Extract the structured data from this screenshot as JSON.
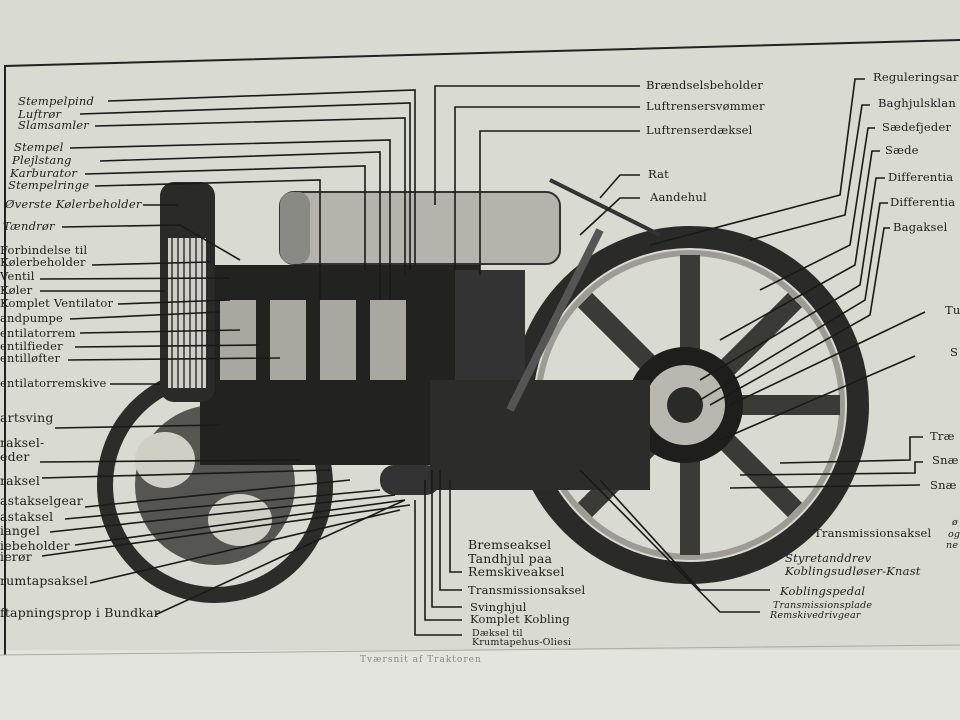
{
  "left_labels": [
    "Stempelpind",
    "Luftrør",
    "Slamsamler",
    "Stempel",
    "Plejlstang",
    "Karburator",
    "Stempelringe",
    "Øverste Kølerbeholder",
    "Tændrør",
    "Forbindelse til",
    "Kølerbeholder",
    "Ventil",
    "Køler",
    "Komplet Ventilator",
    "andpumpe",
    "entilatorrem",
    "entilfieder",
    "entilløfter",
    "entilatorremskive",
    "artsving",
    "raksel-",
    "eder",
    "raksel",
    "astakselgear",
    "astaksel",
    "iangel",
    "iebeholder",
    "ierør",
    "rumtapsaksel",
    "ftapningsprop i Bundkar"
  ],
  "top_labels": [
    "Brændselsbeholder",
    "Luftrensersvømmer",
    "Luftrenserdæksel",
    "Rat",
    "Aandehul"
  ],
  "right_labels": [
    "Reguleringsar",
    "Baghjulsklan",
    "Sædefjeder",
    "Sæde",
    "Differentia",
    "Differentia",
    "Bagaksel",
    "Tu",
    "S",
    "Træ",
    "Snæ",
    "Snæ"
  ],
  "right_bottom_labels": [
    "Transmissionsaksel",
    "Styretanddrev",
    "Koblingsudløser-Knast",
    "Koblingspedal",
    "Transmissionsplade",
    "Remskivedrivgear"
  ],
  "right_edge_fragment": [
    "ø",
    "og",
    "ne"
  ],
  "bottom_labels": [
    "Bremseaksel",
    "Tandhjul paa",
    "Remskiveaksel",
    "Transmissionsaksel",
    "Svinghjul",
    "Komplet Kobling",
    "Dæksel til",
    "Krumtapehus-Oliesi"
  ],
  "caption": "Tværsnit af Traktoren"
}
